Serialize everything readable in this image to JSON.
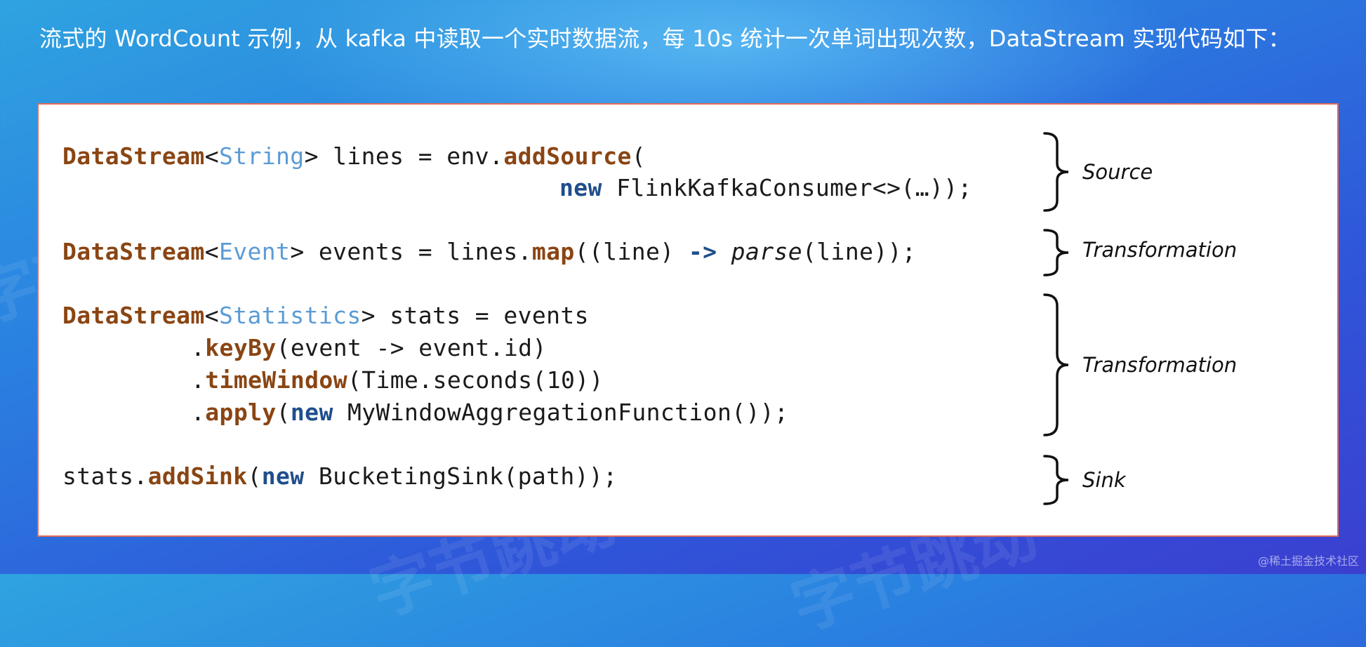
{
  "heading": "流式的 WordCount 示例，从 kafka 中读取一个实时数据流，每 10s 统计一次单词出现次数，DataStream 实现代码如下：",
  "code": {
    "l1": {
      "type": "DataStream",
      "lt": "<",
      "generic": "String",
      "rest": "> lines = env.",
      "method": "addSource",
      "tail": "("
    },
    "l2": {
      "kw": "new",
      "rest": " FlinkKafkaConsumer<>(…));"
    },
    "l3": {
      "type": "DataStream",
      "lt": "<",
      "generic": "Event",
      "mid": "> events = lines.",
      "method": "map",
      "p1": "((line) ",
      "arrow": "->",
      "sp": " ",
      "fn": "parse",
      "p2": "(line));"
    },
    "l4": {
      "type": "DataStream",
      "lt": "<",
      "generic": "Statistics",
      "rest": "> stats = events"
    },
    "l5": {
      "dot": ".",
      "method": "keyBy",
      "rest": "(event -> event.id)"
    },
    "l6": {
      "dot": ".",
      "method": "timeWindow",
      "rest": "(Time.seconds(10))"
    },
    "l7": {
      "dot": ".",
      "method": "apply",
      "p": "(",
      "kw": "new",
      "rest": " MyWindowAggregationFunction());"
    },
    "l8": {
      "pre": "stats.",
      "method": "addSink",
      "p": "(",
      "kw": "new",
      "rest": " BucketingSink(path));"
    }
  },
  "stages": {
    "source": "Source",
    "transformation1": "Transformation",
    "transformation2": "Transformation",
    "sink": "Sink"
  },
  "credit": "@稀土掘金技术社区"
}
